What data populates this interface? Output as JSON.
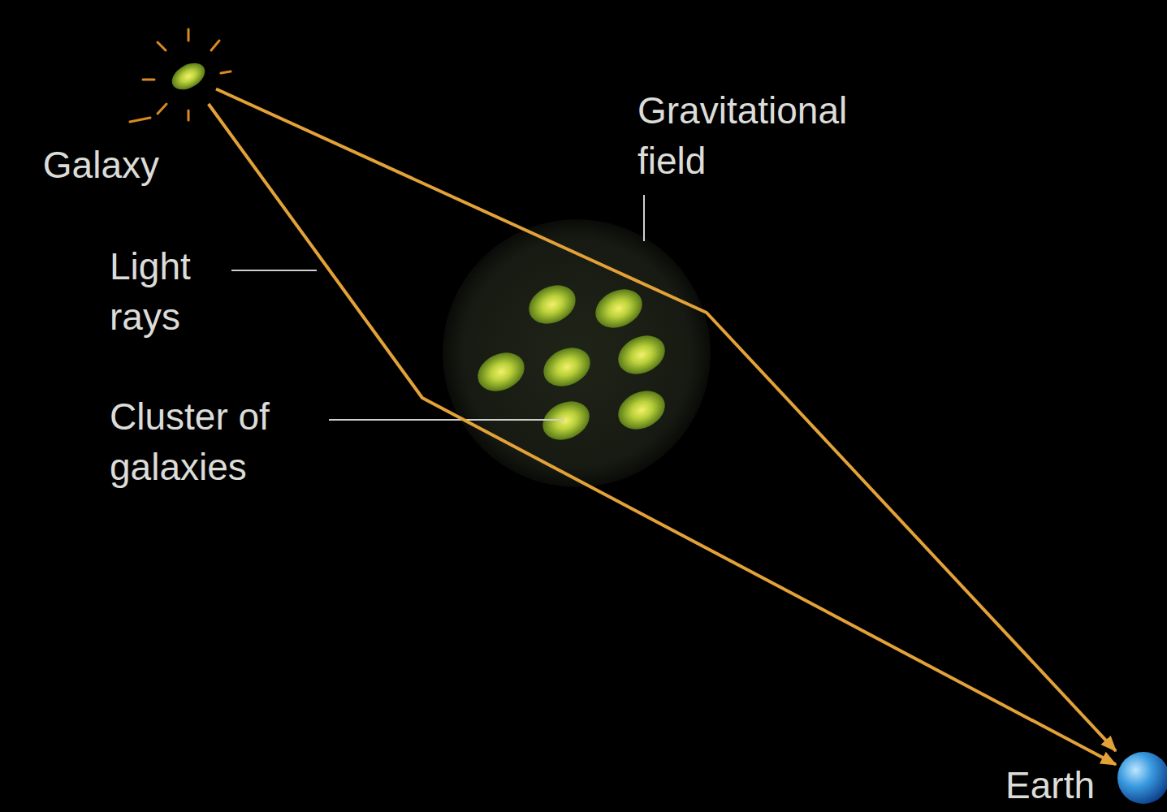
{
  "diagram": {
    "nodes": [
      {
        "text": [
          "Galaxy"
        ]
      },
      {
        "text": [
          "Earth"
        ]
      }
    ],
    "edges": [
      {
        "from": 0,
        "to": 1,
        "arrow": "to"
      },
      {
        "from": 0,
        "to": 1,
        "arrow": "to"
      }
    ],
    "labels": [
      "Gravitational field",
      "Light rays",
      "Cluster of galaxies"
    ]
  }
}
